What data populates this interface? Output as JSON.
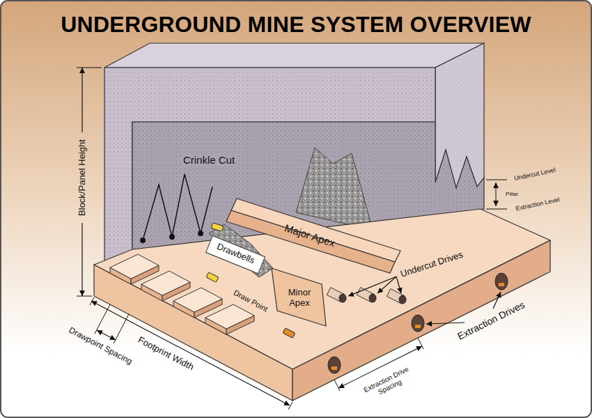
{
  "diagram": {
    "title": "UNDERGROUND MINE SYSTEM OVERVIEW",
    "nodes": [
      {
        "text": [
          "Drawbells"
        ]
      }
    ],
    "labels": [
      "Block/Panel Height",
      "Crinkle Cut",
      "Major Apex",
      "Undercut Level",
      "Extraction Level",
      "Pillar",
      "Minor Apex",
      "Draw Point",
      "Undercut Drives",
      "Extraction Drives",
      "Footprint Width",
      "Extraction Drive Spacing",
      "Drawpoint Spacing"
    ]
  }
}
